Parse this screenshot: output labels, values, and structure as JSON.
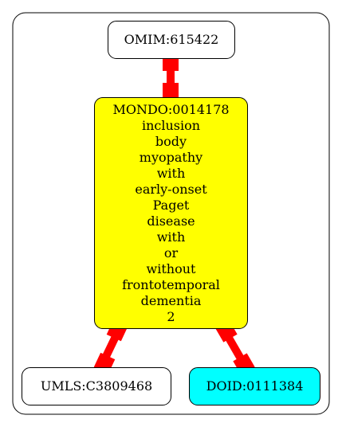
{
  "nodes": {
    "omim": {
      "label": "OMIM:615422",
      "fill": "#ffffff"
    },
    "mondo": {
      "lines": [
        "MONDO:0014178",
        "inclusion",
        "body",
        "myopathy",
        "with",
        "early-onset",
        "Paget",
        "disease",
        "with",
        "or",
        "without",
        "frontotemporal",
        "dementia",
        "2"
      ],
      "fill": "#ffff00"
    },
    "umls": {
      "label": "UMLS:C3809468",
      "fill": "#ffffff"
    },
    "doid": {
      "label": "DOID:0111384",
      "fill": "#00ffff"
    }
  },
  "edges": [
    {
      "from": "OMIM:615422",
      "to": "MONDO:0014178",
      "color": "#ff0000"
    },
    {
      "from": "MONDO:0014178",
      "to": "UMLS:C3809468",
      "color": "#ff0000"
    },
    {
      "from": "MONDO:0014178",
      "to": "DOID:0111384",
      "color": "#ff0000"
    }
  ]
}
